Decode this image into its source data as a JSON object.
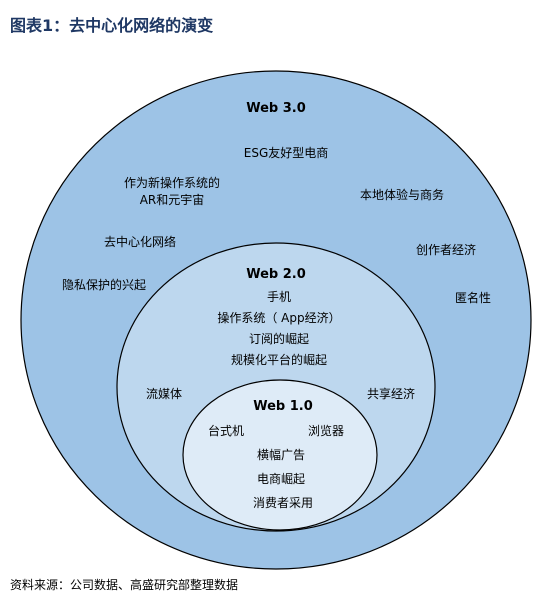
{
  "title": "图表1：去中心化网络的演变",
  "source": "资料来源：公司数据、高盛研究部整理数据",
  "colors": {
    "title": "#1f3864",
    "web3_fill": "#9dc3e6",
    "web2_fill": "#bdd7ee",
    "web1_fill": "#deebf7",
    "stroke": "#000000"
  },
  "rings": {
    "web3": {
      "title": "Web 3.0",
      "items": [
        "ESG友好型电商",
        "作为新操作系统的",
        "AR和元宇宙",
        "本地体验与商务",
        "去中心化网络",
        "创作者经济",
        "隐私保护的兴起",
        "匿名性"
      ]
    },
    "web2": {
      "title": "Web 2.0",
      "items": [
        "手机",
        "操作系统（ App经济）",
        "订阅的崛起",
        "规模化平台的崛起",
        "流媒体",
        "共享经济"
      ]
    },
    "web1": {
      "title": "Web 1.0",
      "items": [
        "台式机",
        "浏览器",
        "横幅广告",
        "电商崛起",
        "消费者采用"
      ]
    }
  }
}
